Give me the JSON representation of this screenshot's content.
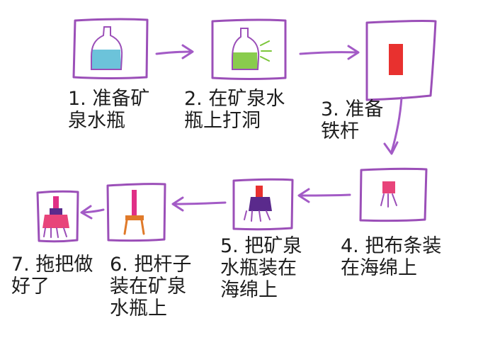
{
  "colors": {
    "frame": "#9b4fb8",
    "arrow": "#a35bc6",
    "water_blue": "#52b8d4",
    "water_green": "#7cc63a",
    "rod_red": "#e8312f",
    "cloth_pink": "#e8447a",
    "sponge_purple": "#5a2a8c",
    "rod_magenta": "#e02f86",
    "stool_orange": "#e07a2a"
  },
  "steps": [
    {
      "number": "1.",
      "line1": "准备矿",
      "line2": "泉水瓶",
      "line3": "",
      "icon": "bottle-icon"
    },
    {
      "number": "2.",
      "line1": "在矿泉水",
      "line2": "瓶上打洞",
      "line3": "",
      "icon": "bottle-with-hole-icon"
    },
    {
      "number": "3.",
      "line1": "准备",
      "line2": "铁杆",
      "line3": "",
      "icon": "iron-rod-icon"
    },
    {
      "number": "4.",
      "line1": "把布条装",
      "line2": "在海绵上",
      "line3": "",
      "icon": "cloth-on-sponge-icon"
    },
    {
      "number": "5.",
      "line1": "把矿泉",
      "line2": "水瓶装在",
      "line3": "海绵上",
      "icon": "bottle-on-sponge-icon"
    },
    {
      "number": "6.",
      "line1": "把杆子",
      "line2": "装在矿泉",
      "line3": "水瓶上",
      "icon": "rod-on-bottle-icon"
    },
    {
      "number": "7.",
      "line1": "拖把做",
      "line2": "好了",
      "line3": "",
      "icon": "finished-mop-icon"
    }
  ]
}
